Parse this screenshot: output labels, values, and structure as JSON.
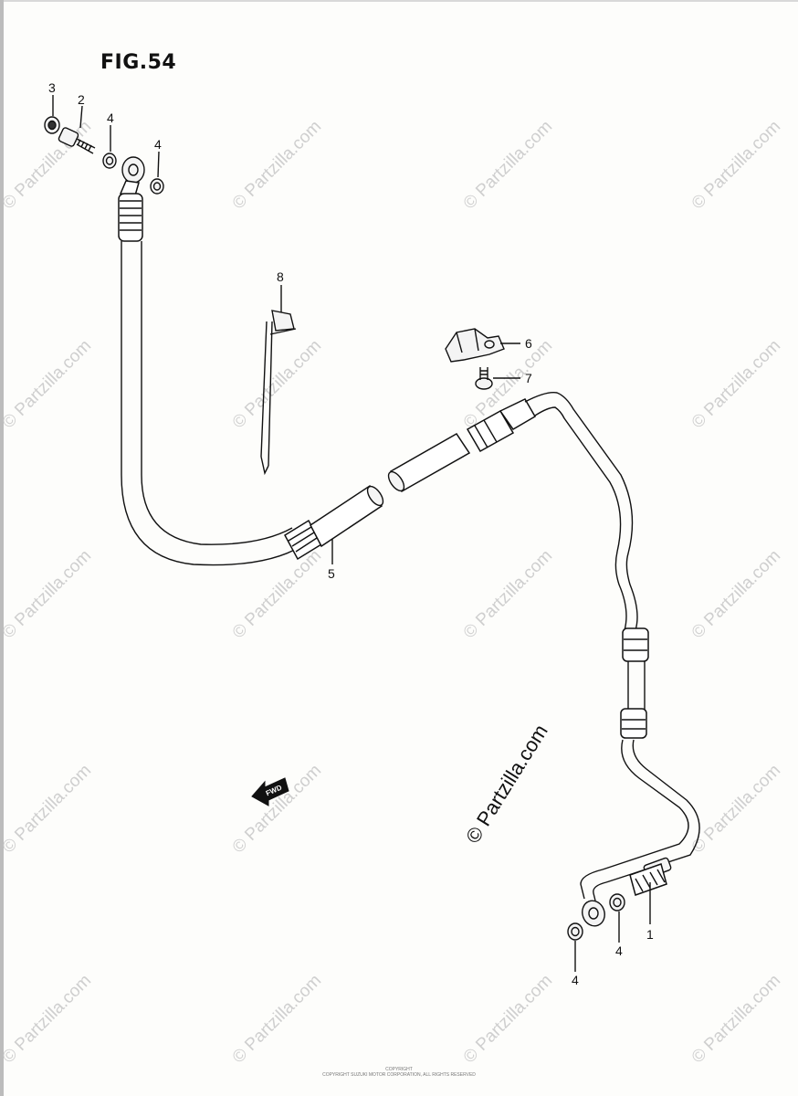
{
  "figure": {
    "title": "FIG.54"
  },
  "callouts": {
    "c1": "1",
    "c2": "2",
    "c3": "3",
    "c4a": "4",
    "c4b": "4",
    "c4c": "4",
    "c4d": "4",
    "c5": "5",
    "c6": "6",
    "c7": "7",
    "c8": "8"
  },
  "fwd_label": "FWD",
  "watermark": {
    "text": "© Partzilla.com"
  },
  "footer": {
    "line1": "COPYRIGHT",
    "line2": "COPYRIGHT SUZUKI MOTOR CORPORATION, ALL RIGHTS RESERVED"
  },
  "icons": {
    "fwd_arrow": "fwd-arrow-icon"
  }
}
